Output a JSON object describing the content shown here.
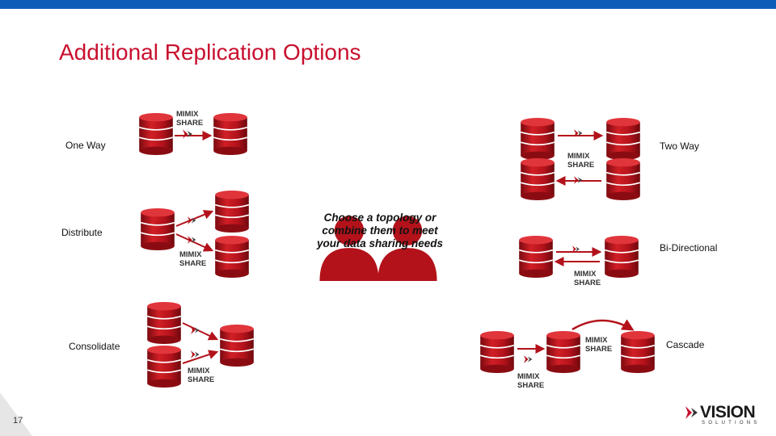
{
  "title": "Additional Replication Options",
  "labels": {
    "one_way": "One Way",
    "two_way": "Two Way",
    "distribute": "Distribute",
    "bi_directional": "Bi-Directional",
    "consolidate": "Consolidate",
    "cascade": "Cascade"
  },
  "center_text": "Choose a topology or combine them to meet your data sharing needs",
  "software_name": "MIMIX",
  "software_sub": "SHARE",
  "page_number": "17",
  "logo": {
    "name": "VISION",
    "sub": "SOLUTIONS"
  },
  "colors": {
    "accent": "#c8102e",
    "top_bar": "#0d5db8",
    "db_red": "#b3121b"
  }
}
